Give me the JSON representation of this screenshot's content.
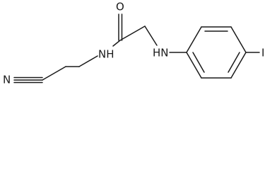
{
  "molecule": {
    "atoms": {
      "nitrile_nitrogen": "N",
      "amide_nitrogen": "NH",
      "carbonyl_oxygen": "O",
      "amine_nitrogen": "HN",
      "iodine": "I"
    },
    "line_color": "#1a1a1a",
    "background_color": "#ffffff"
  }
}
